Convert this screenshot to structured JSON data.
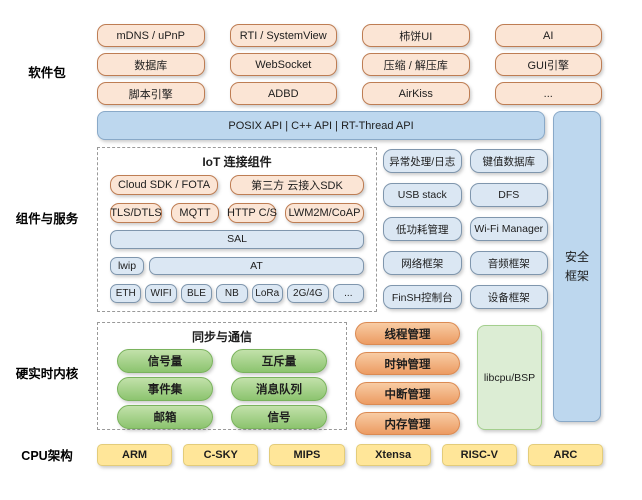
{
  "side_labels": {
    "packages": "软件包",
    "components": "组件与服务",
    "kernel": "硬实时内核",
    "cpu": "CPU架构"
  },
  "packages": {
    "rows": [
      [
        "mDNS / uPnP",
        "RTI / SystemView",
        "柿饼UI",
        "AI"
      ],
      [
        "数据库",
        "WebSocket",
        "压缩 / 解压库",
        "GUI引擎"
      ],
      [
        "脚本引擎",
        "ADBD",
        "AirKiss",
        "..."
      ]
    ]
  },
  "api_bar": {
    "label": "POSIX API  |  C++ API  |  RT-Thread API"
  },
  "security": {
    "line1": "安全",
    "line2": "框架"
  },
  "iot": {
    "title": "IoT 连接组件",
    "row1": [
      "Cloud SDK / FOTA",
      "第三方 云接入SDK"
    ],
    "row2": [
      "TLS/DTLS",
      "MQTT",
      "HTTP C/S",
      "LWM2M/CoAP"
    ],
    "sal": "SAL",
    "lwip": "lwip",
    "at": "AT",
    "bottom": [
      "ETH",
      "WIFI",
      "BLE",
      "NB",
      "LoRa",
      "2G/4G",
      "..."
    ]
  },
  "services": {
    "items": [
      "异常处理/日志",
      "键值数据库",
      "USB stack",
      "DFS",
      "低功耗管理",
      "Wi-Fi Manager",
      "网络框架",
      "音频框架",
      "FinSH控制台",
      "设备框架"
    ]
  },
  "sync": {
    "title": "同步与通信",
    "pills": [
      "信号量",
      "互斥量",
      "事件集",
      "消息队列",
      "邮箱",
      "信号"
    ]
  },
  "kernel_mgmt": {
    "items": [
      "线程管理",
      "时钟管理",
      "中断管理",
      "内存管理"
    ]
  },
  "libcpu": {
    "label": "libcpu/BSP"
  },
  "cpu": {
    "items": [
      "ARM",
      "C-SKY",
      "MIPS",
      "Xtensa",
      "RISC-V",
      "ARC"
    ]
  },
  "colors": {
    "peach_fill": "#FBE5D5",
    "peach_border": "#BE7D53",
    "api_blue_fill": "#BDD7EE",
    "api_blue_border": "#89A9C8",
    "light_blue_fill": "#DBE7F3",
    "light_blue_border": "#7F96AD",
    "green_pill": "#A9D18E",
    "orange_pill": "#F4B183",
    "libcpu_green": "#DCEDD4",
    "cpu_yellow": "#FFE699",
    "dashed_border": "#999999",
    "background": "#FFFFFF"
  }
}
